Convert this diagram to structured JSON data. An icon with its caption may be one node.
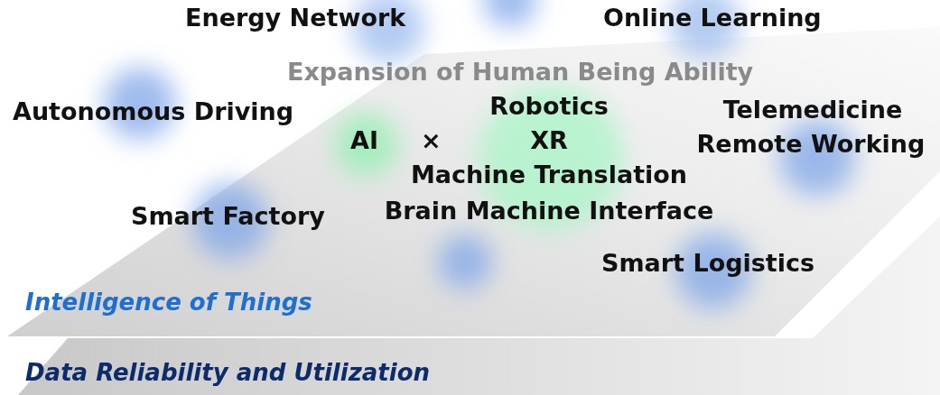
{
  "diagram": {
    "labels": [
      "Energy Network",
      "Online Learning",
      "Expansion of Human Being Ability",
      "Autonomous Driving",
      "Robotics",
      "Telemedicine",
      "AI",
      "×",
      "XR",
      "Remote Working",
      "Machine Translation",
      "Smart Factory",
      "Brain Machine Interface",
      "Smart Logistics",
      "Intelligence of Things",
      "Data Reliability and Utilization"
    ]
  }
}
